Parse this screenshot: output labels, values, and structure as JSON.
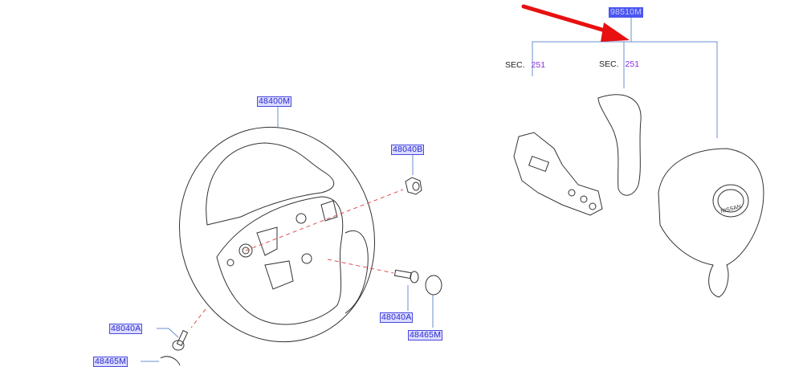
{
  "parts": {
    "steering_wheel": "48400M",
    "nut": "48040B",
    "bolt_right": "48040A",
    "cap_right": "48465M",
    "bolt_left": "48040A",
    "cap_left": "48465M",
    "airbag_module": "98510M"
  },
  "section_refs": [
    {
      "prefix": "SEC.",
      "number": "251"
    },
    {
      "prefix": "SEC.",
      "number": "251"
    }
  ],
  "colors": {
    "leader": "#6b8fd0",
    "dash": "#e05050",
    "arrow": "#e81010",
    "label_text": "#2a2ad0"
  }
}
